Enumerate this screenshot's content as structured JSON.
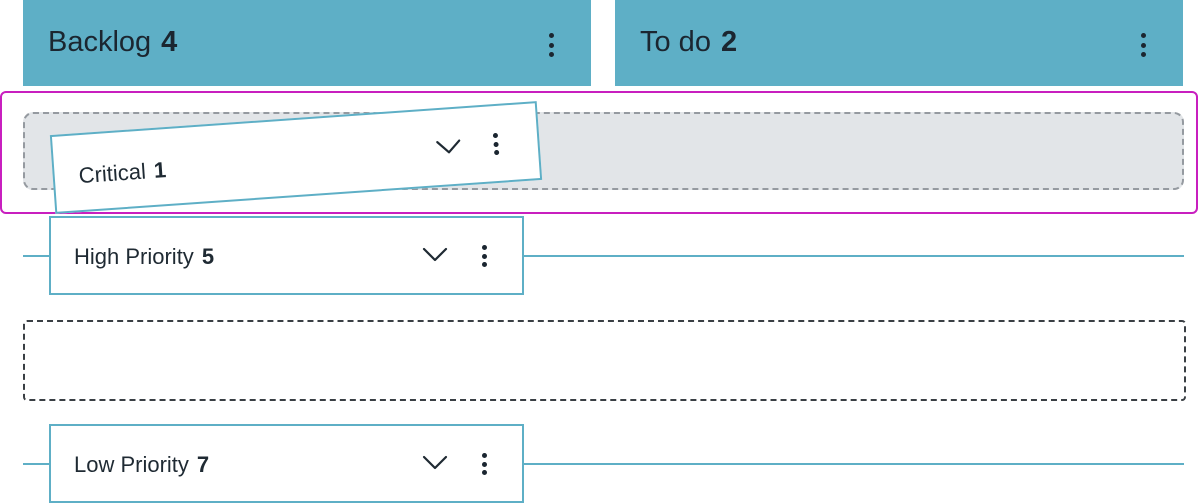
{
  "columns": [
    {
      "title": "Backlog",
      "count": "4"
    },
    {
      "title": "To do",
      "count": "2"
    }
  ],
  "groups": {
    "dragging": {
      "label": "Critical",
      "count": "1"
    },
    "high": {
      "label": "High Priority",
      "count": "5"
    },
    "low": {
      "label": "Low Priority",
      "count": "7"
    }
  },
  "icons": {
    "kebab": "more-vertical-icon",
    "chevron": "chevron-down-icon"
  },
  "colors": {
    "header_bg": "#5eafc6",
    "card_border": "#5eafc6",
    "selection_outline": "#c81fbf",
    "placeholder_bg": "#e2e5e8"
  }
}
